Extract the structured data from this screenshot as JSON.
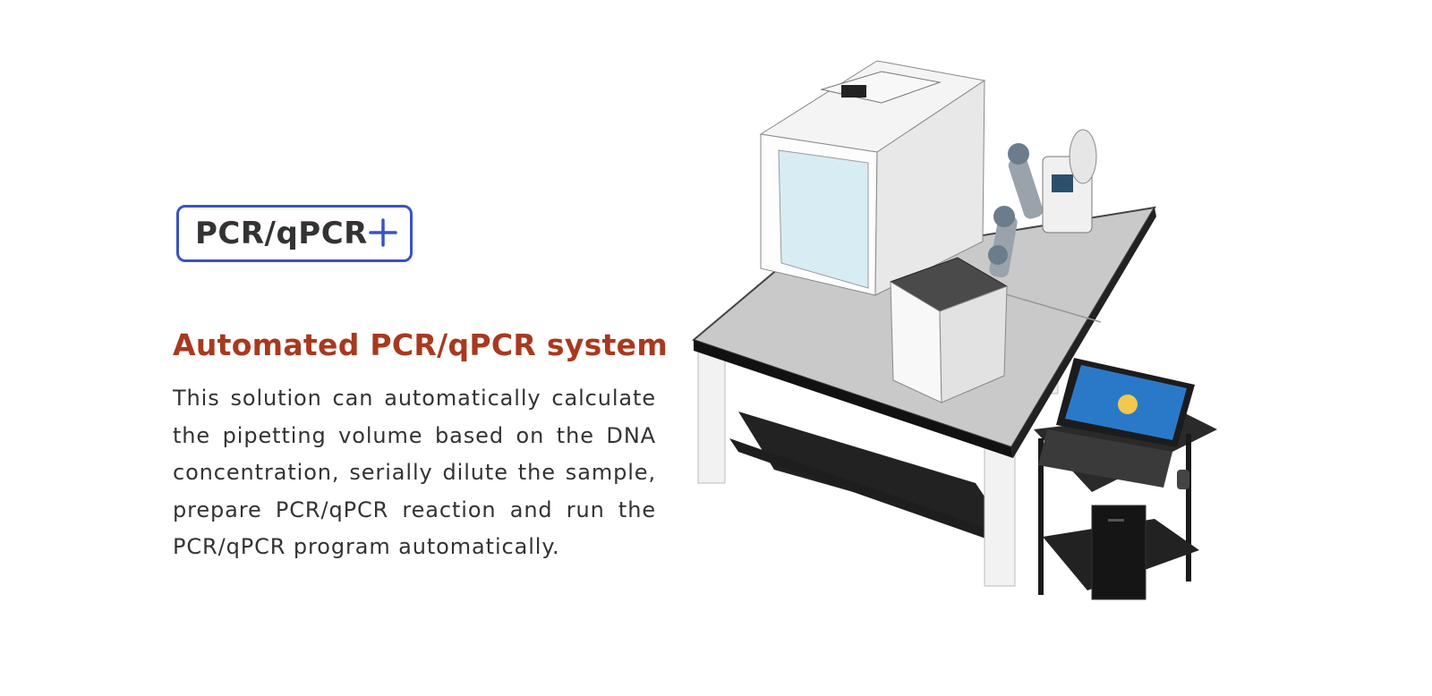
{
  "tag": {
    "label": "PCR/qPCR",
    "icon": "plus-icon",
    "accent": "#3a52c4"
  },
  "heading": "Automated PCR/qPCR system",
  "description": "This solution can automatically calculate the pipetting volume based on the DNA concentration, serially dilute the sample, prepare PCR/qPCR reaction and run the PCR/qPCR program automatically.",
  "colors": {
    "heading": "#a8391f",
    "text": "#333333"
  }
}
